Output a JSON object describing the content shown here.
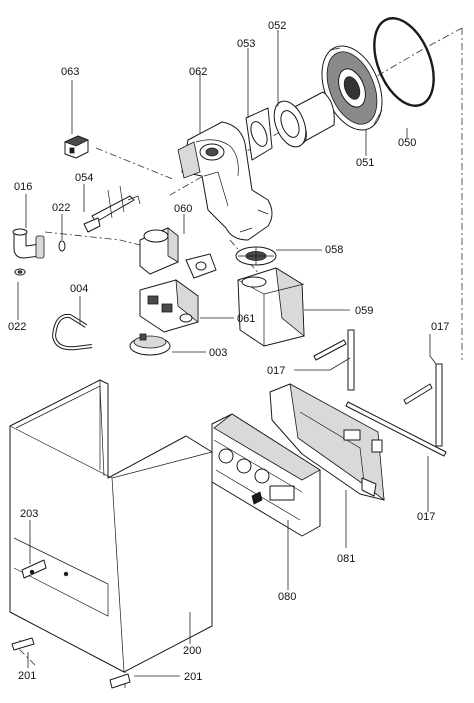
{
  "parts": {
    "p050": "050",
    "p051": "051",
    "p052": "052",
    "p053": "053",
    "p054": "054",
    "p058": "058",
    "p059": "059",
    "p060": "060",
    "p061": "061",
    "p062": "062",
    "p063": "063",
    "p016": "016",
    "p022a": "022",
    "p022b": "022",
    "p004": "004",
    "p003": "003",
    "p017a": "017",
    "p017b": "017",
    "p017c": "017",
    "p081": "081",
    "p080": "080",
    "p200": "200",
    "p201a": "201",
    "p201b": "201",
    "p203": "203"
  }
}
